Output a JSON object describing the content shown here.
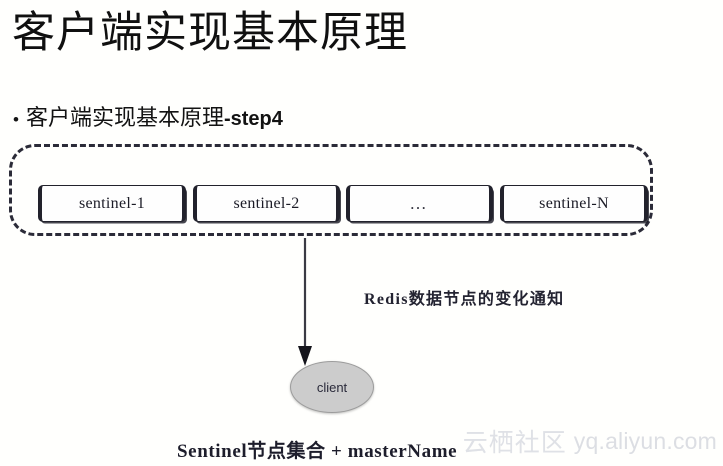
{
  "slide": {
    "title": "客户端实现基本原理",
    "bullet": {
      "marker": "•",
      "text_cjk": "客户端实现基本原理",
      "text_ascii": "-step4"
    }
  },
  "diagram": {
    "sentinel_group": {
      "boxes": [
        {
          "label": "sentinel-1"
        },
        {
          "label": "sentinel-2"
        },
        {
          "label": "…"
        },
        {
          "label": "sentinel-N"
        }
      ]
    },
    "notify_label": "Redis数据节点的变化通知",
    "client_node": {
      "label": "client"
    },
    "caption": "Sentinel节点集合 + masterName",
    "colors": {
      "background": "#fffffd",
      "box_border": "#22222c",
      "group_dash": "#2b2b38",
      "client_fill": "#cccccc",
      "text": "#1d1d2b"
    }
  },
  "watermark": {
    "brand": "云栖社区",
    "url": "yq.aliyun.com"
  }
}
